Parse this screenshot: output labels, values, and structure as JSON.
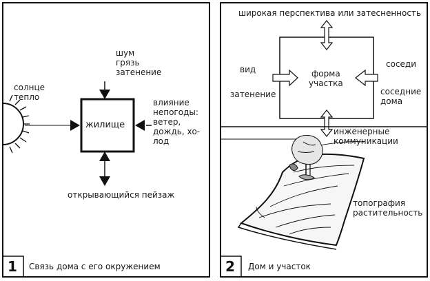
{
  "panel1": {
    "number": "1",
    "caption": "Связь дома с его окружением",
    "box_label": "жилище",
    "sun_label": "солнце\nтепло",
    "top_label": "шум\nгрязь\nзатенение",
    "right_label": "влияние\nнепогоды:\nветер,\nдождь, хо-\nлод",
    "bottom_label": "открывающийся пейзаж"
  },
  "panel2": {
    "number": "2",
    "caption": "Дом и участок",
    "top_label": "широкая перспектива или затесненность",
    "box_label": "форма\nучастка",
    "left_top_label": "вид",
    "left_bottom_label": "затенение",
    "right_top_label": "соседи",
    "right_bottom_label": "соседние\nдома",
    "utilities_label": "инженерные\nкоммуникации",
    "terrain_label": "топография\nрастительность"
  }
}
